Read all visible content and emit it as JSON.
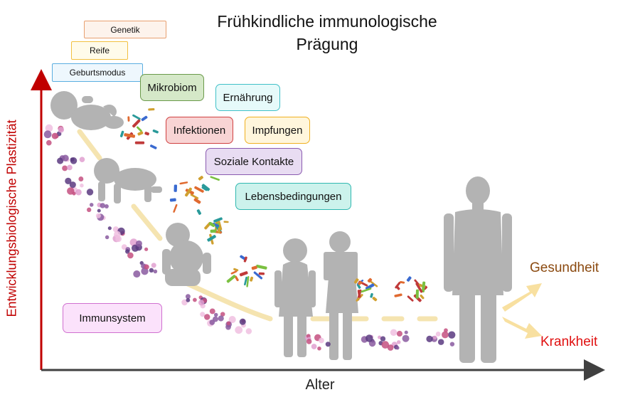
{
  "title": {
    "line1": "Frühkindliche immunologische",
    "line2": "Prägung"
  },
  "factors_stacked": [
    {
      "label": "Genetik",
      "color": "#e8a070",
      "fill": "#fdf3ec"
    },
    {
      "label": "Reife",
      "color": "#f2c040",
      "fill": "#fffbea"
    },
    {
      "label": "Geburtsmodus",
      "color": "#5aaee0",
      "fill": "#eef7fd"
    }
  ],
  "factors": [
    {
      "label": "Mikrobiom",
      "color": "#6a9a4a",
      "fill": "#d5e8c8"
    },
    {
      "label": "Ernährung",
      "color": "#40c0c8",
      "fill": "#e6fafa"
    },
    {
      "label": "Infektionen",
      "color": "#d04040",
      "fill": "#f8d4d4"
    },
    {
      "label": "Impfungen",
      "color": "#f0b020",
      "fill": "#fff6dc"
    },
    {
      "label": "Soziale Kontakte",
      "color": "#8a5ab0",
      "fill": "#e8dcf2"
    },
    {
      "label": "Lebensbedingungen",
      "color": "#30b8b0",
      "fill": "#ccf2ec"
    },
    {
      "label": "Immunsystem",
      "color": "#d070d0",
      "fill": "#fbe2fb"
    }
  ],
  "axes": {
    "y_label": "Entwicklungsbiologische Plastizität",
    "x_label": "Alter",
    "axis_color": "#c00000",
    "x_axis_color": "#404040"
  },
  "outcomes": {
    "healthy": "Gesundheit",
    "healthy_color": "#8b4a10",
    "disease": "Krankheit",
    "disease_color": "#e01010",
    "arrow_color": "#f8e0a0"
  },
  "palette": {
    "silhouette": "#b3b3b3",
    "path": "#f5e4b0",
    "cell_colors": [
      "#8a5aa0",
      "#c45080",
      "#e0a0d0",
      "#5a3a80",
      "#f0c0e0"
    ],
    "microbe_colors": [
      "#2a9a9a",
      "#e06a30",
      "#7ac040",
      "#3a6ad0",
      "#d0a030",
      "#c03a3a"
    ]
  }
}
